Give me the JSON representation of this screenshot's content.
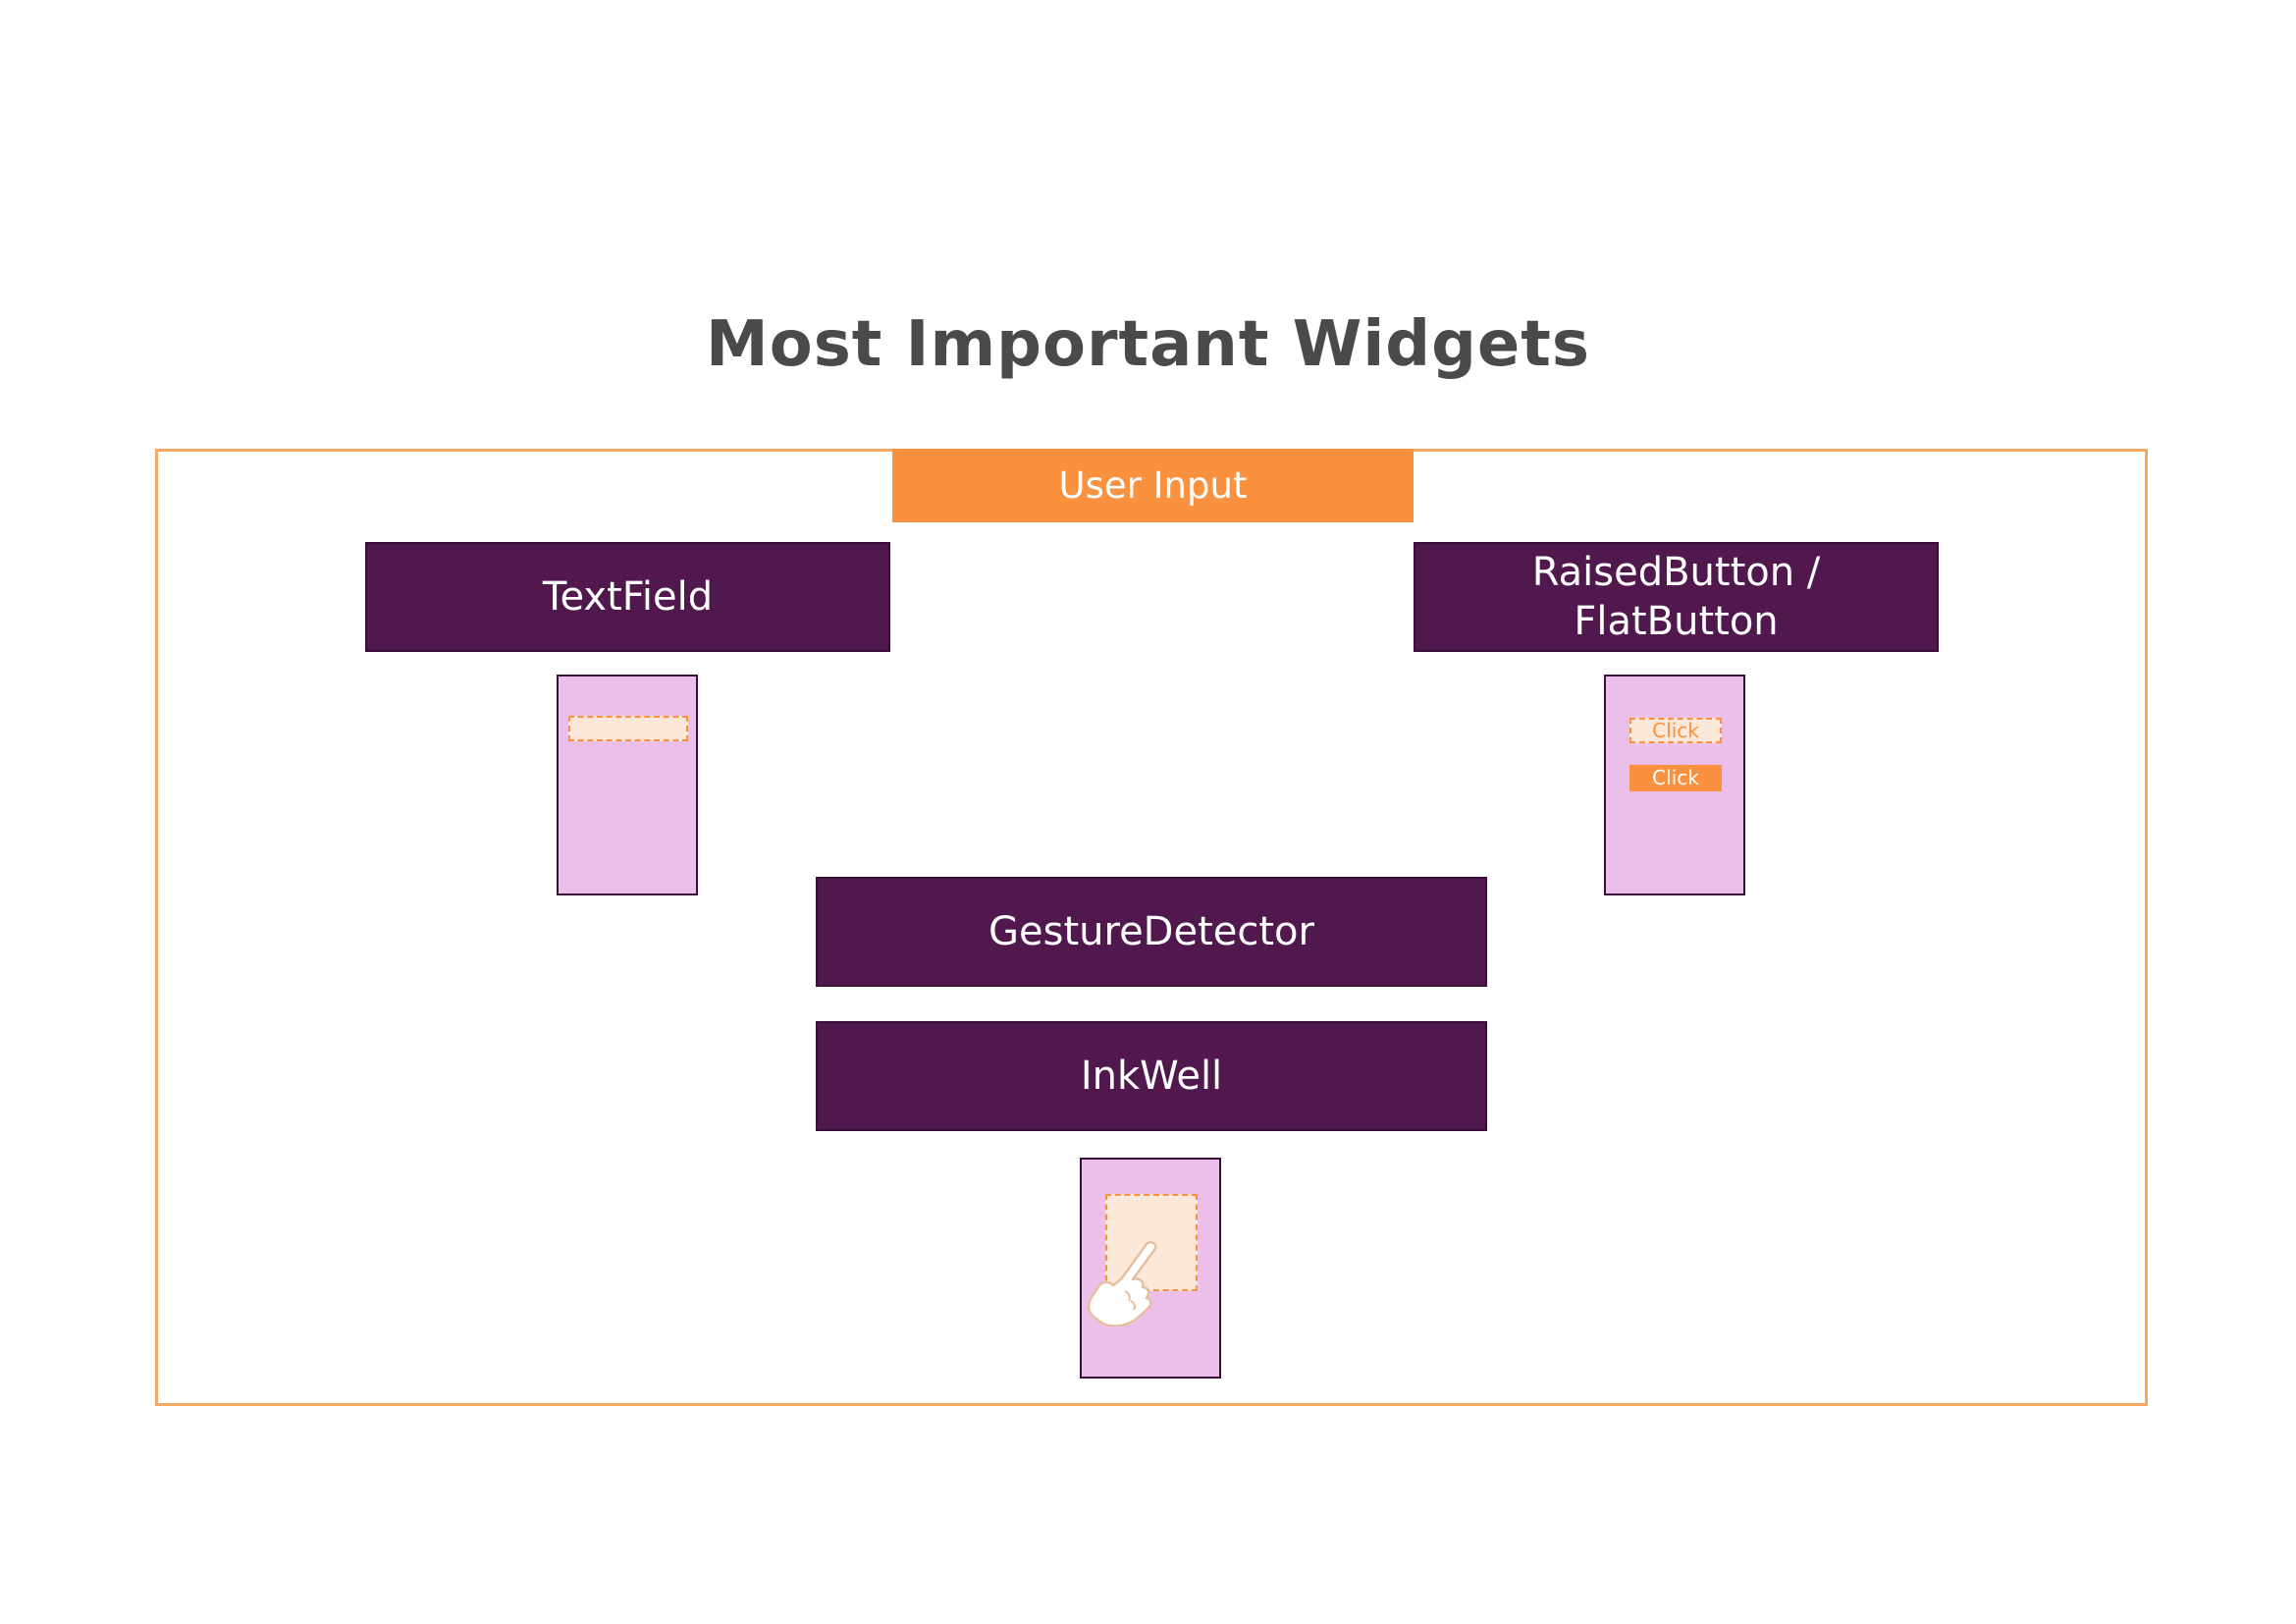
{
  "title": "Most Important Widgets",
  "category": {
    "label": "User Input"
  },
  "widgets": {
    "textfield": {
      "label": "TextField"
    },
    "button": {
      "label": "RaisedButton /\nFlatButton"
    },
    "gesture": {
      "label": "GestureDetector"
    },
    "inkwell": {
      "label": "InkWell"
    }
  },
  "mockups": {
    "buttons": {
      "flat_label": "Click",
      "raised_label": "Click"
    },
    "inkwell": {
      "icon": "hand-pointer-icon"
    }
  },
  "colors": {
    "accent_orange": "#f9913f",
    "widget_purple": "#51184d",
    "phone_pink": "#ecbfea",
    "field_peach": "#fce8d8",
    "title_gray": "#4a4a4a"
  }
}
